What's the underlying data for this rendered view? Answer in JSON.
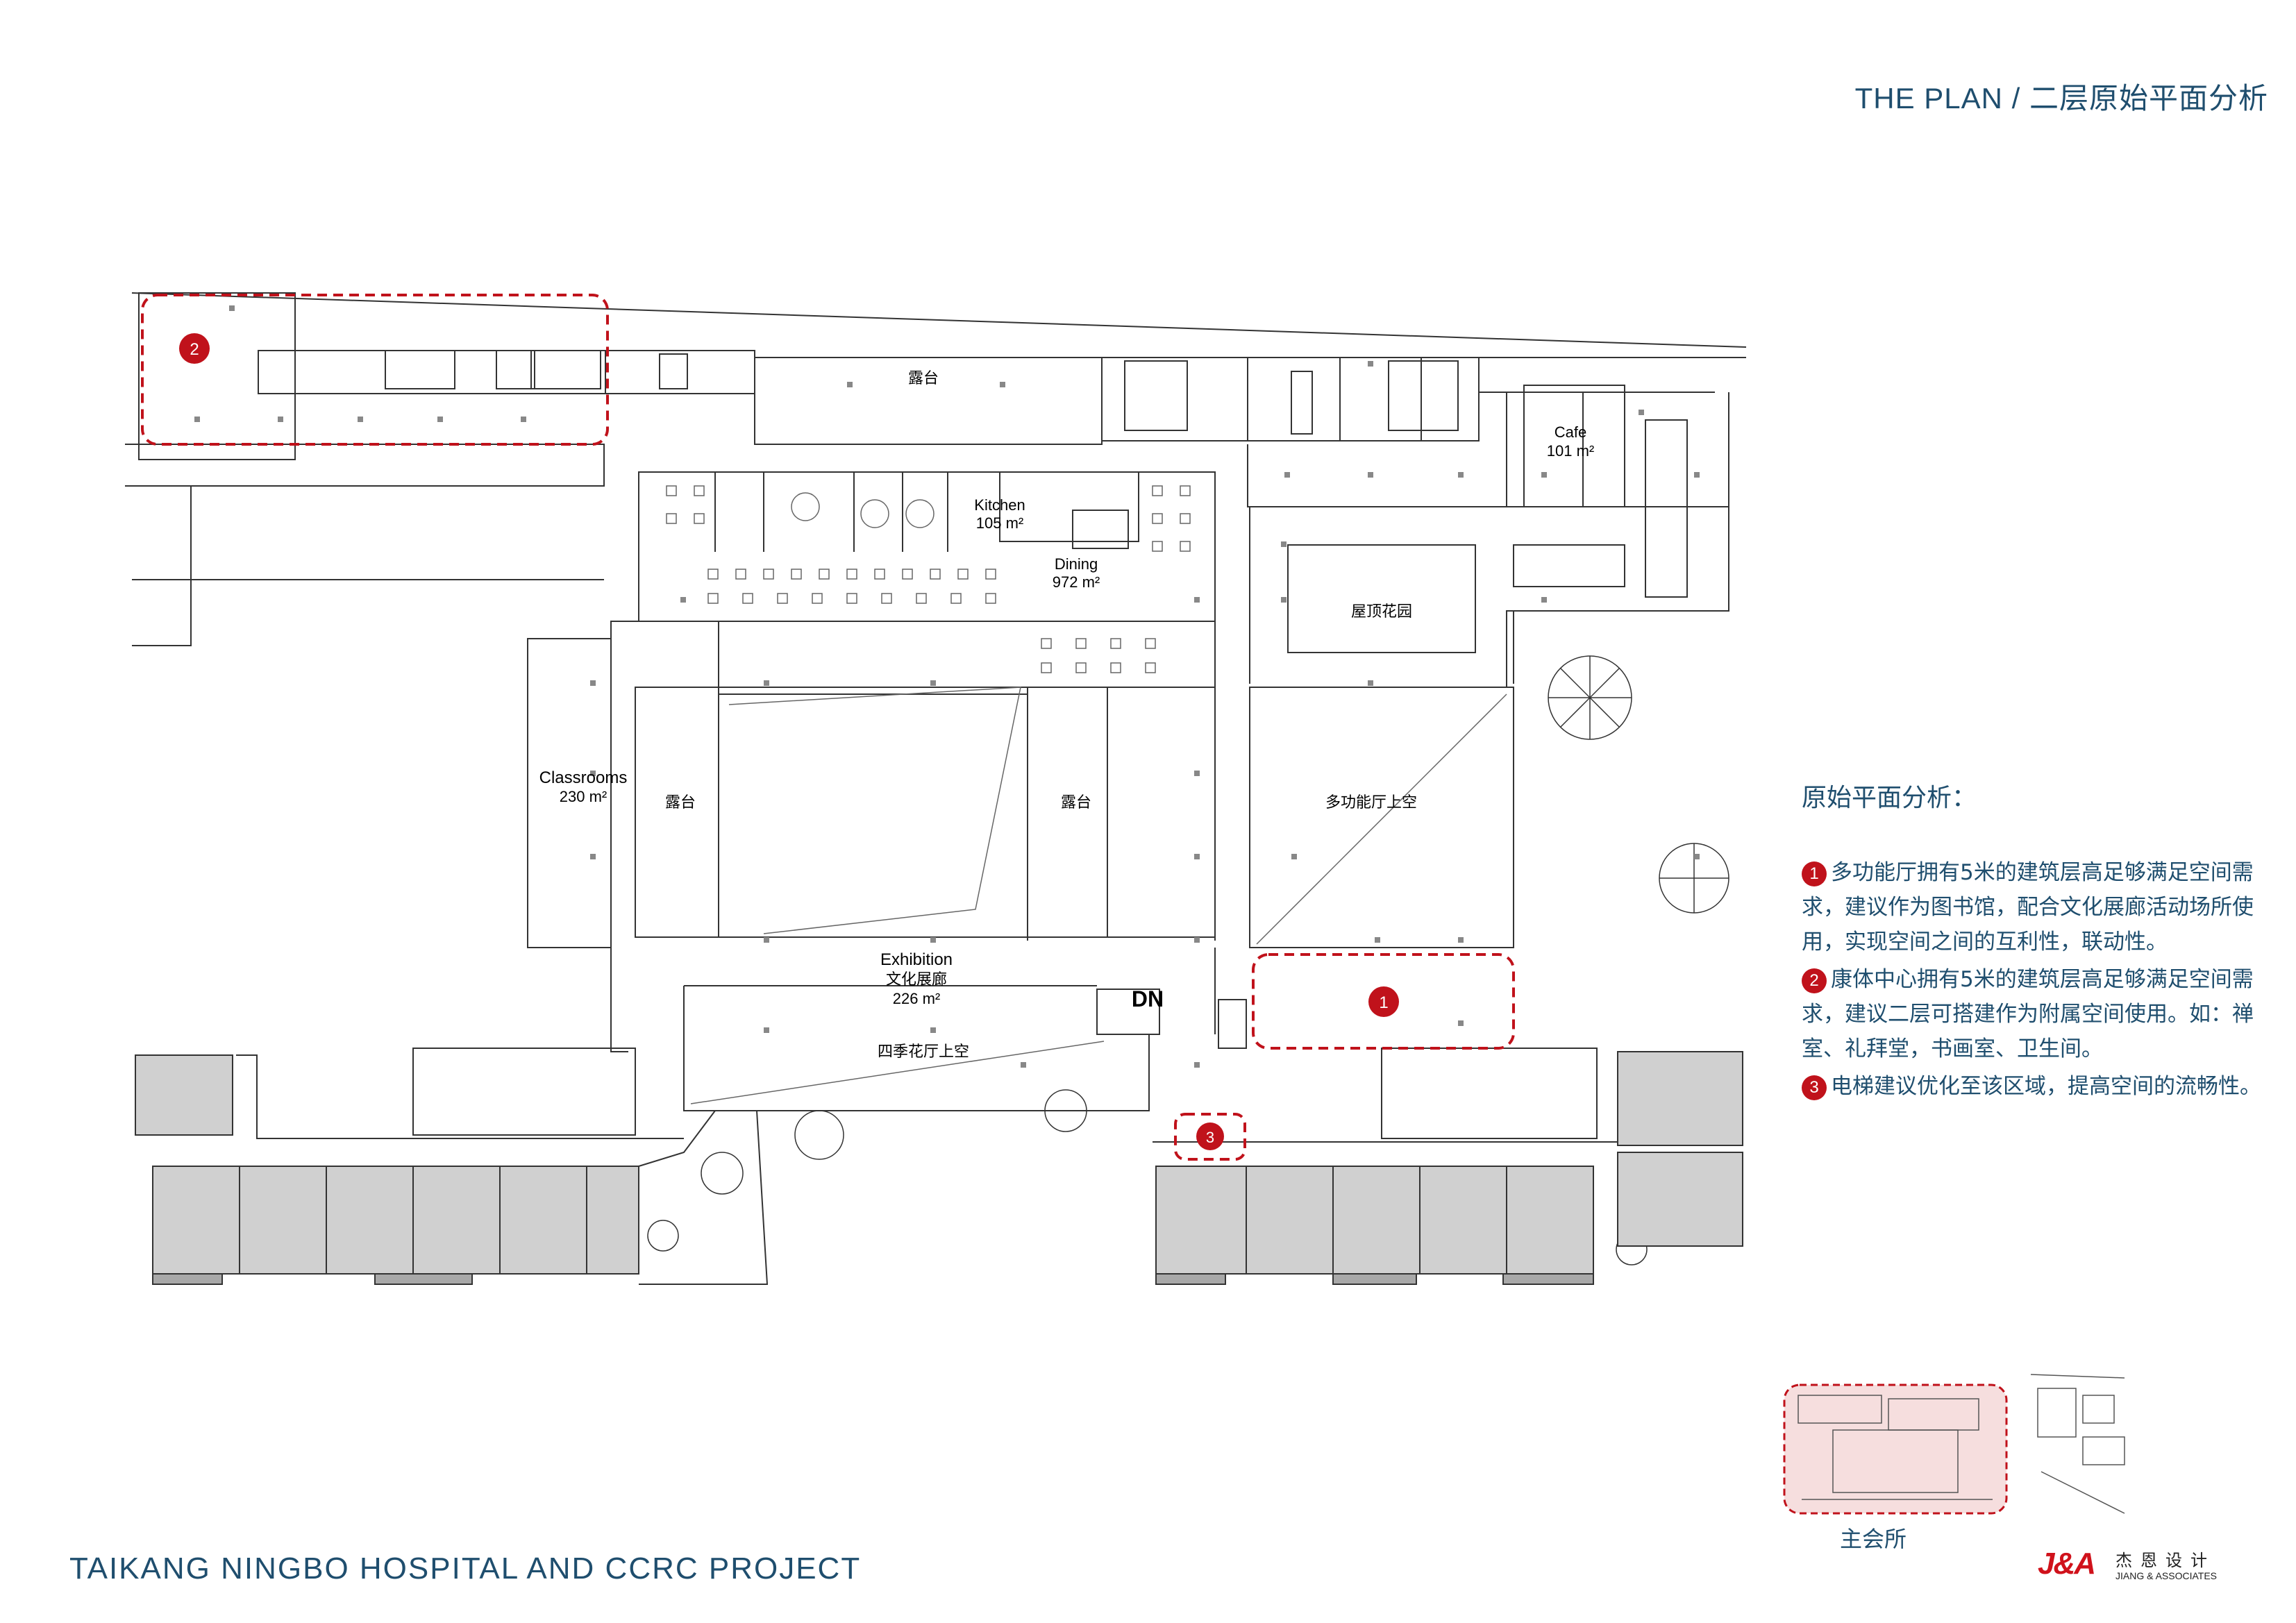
{
  "header": {
    "title": "THE PLAN / 二层原始平面分析"
  },
  "footer": {
    "project_title": "TAIKANG NINGBO HOSPITAL AND CCRC PROJECT"
  },
  "plan": {
    "rooms": {
      "terrace_top": "露台",
      "cafe_name": "Cafe",
      "cafe_area": "101 m²",
      "kitchen_name": "Kitchen",
      "kitchen_area": "105 m²",
      "dining_name": "Dining",
      "dining_area": "972 m²",
      "roof_garden": "屋顶花园",
      "classrooms_name": "Classrooms",
      "classrooms_area": "230 m²",
      "terrace_left": "露台",
      "terrace_right": "露台",
      "multi_hall_void": "多功能厅上空",
      "exhibition_name": "Exhibition",
      "exhibition_cn": "文化展廊",
      "exhibition_area": "226 m²",
      "seasons_void": "四季花厅上空",
      "stair_dn": "DN"
    },
    "markers": [
      "1",
      "2",
      "3"
    ]
  },
  "notes": {
    "title": "原始平面分析：",
    "items": [
      {
        "num": "1",
        "text": "多功能厅拥有5米的建筑层高足够满足空间需求，建议作为图书馆，配合文化展廊活动场所使用，实现空间之间的互利性，联动性。"
      },
      {
        "num": "2",
        "text": "康体中心拥有5米的建筑层高足够满足空间需求，建议二层可搭建作为附属空间使用。如：禅室、礼拜堂，书画室、卫生间。"
      },
      {
        "num": "3",
        "text": "电梯建议优化至该区域，提高空间的流畅性。"
      }
    ]
  },
  "key_plan": {
    "label": "主会所"
  },
  "logo": {
    "mark": "J&A",
    "cn": "杰恩设计",
    "en": "JIANG & ASSOCIATES"
  },
  "colors": {
    "accent_blue": "#1f4e6e",
    "marker_red": "#c0121b",
    "highlight_pink": "#f6dede"
  }
}
